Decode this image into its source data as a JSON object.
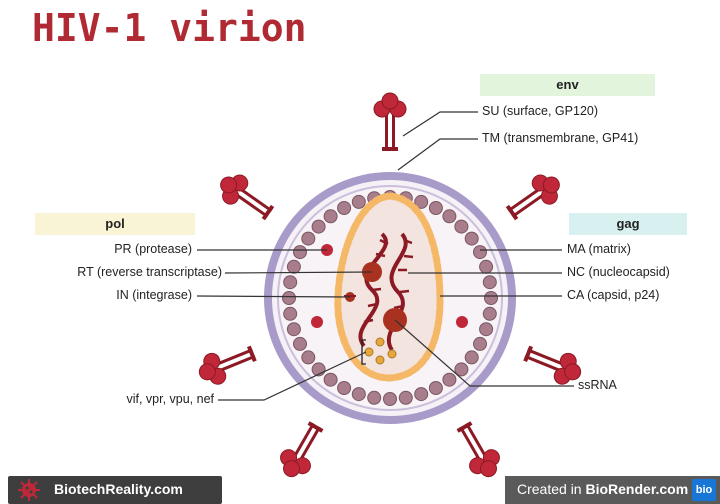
{
  "title": "HIV-1 virion",
  "groups": {
    "env": "env",
    "pol": "pol",
    "gag": "gag"
  },
  "labels": {
    "su": "SU (surface, GP120)",
    "tm": "TM (transmembrane, GP41)",
    "pr": "PR (protease)",
    "rt": "RT (reverse transcriptase)",
    "in": "IN (integrase)",
    "ma": "MA (matrix)",
    "nc": "NC (nucleocapsid)",
    "ca": "CA (capsid, p24)",
    "accessory": "vif, vpr, vpu, nef",
    "ssrna": "ssRNA"
  },
  "footer": {
    "left_brand": "BiotechReality.com",
    "credit_prefix": "Created in ",
    "credit_brand": "BioRender.com",
    "credit_logo": "bio"
  },
  "colors": {
    "title": "#b02a33",
    "spike": "#c0283a",
    "envelope": "#a99bc9",
    "matrix_bead": "#a87e8c",
    "capsid_bead": "#f5b866",
    "rna": "#8c1a24",
    "enzyme": "#a8321f"
  },
  "icons": {
    "footer_left_logo": "virus-logo-icon"
  }
}
